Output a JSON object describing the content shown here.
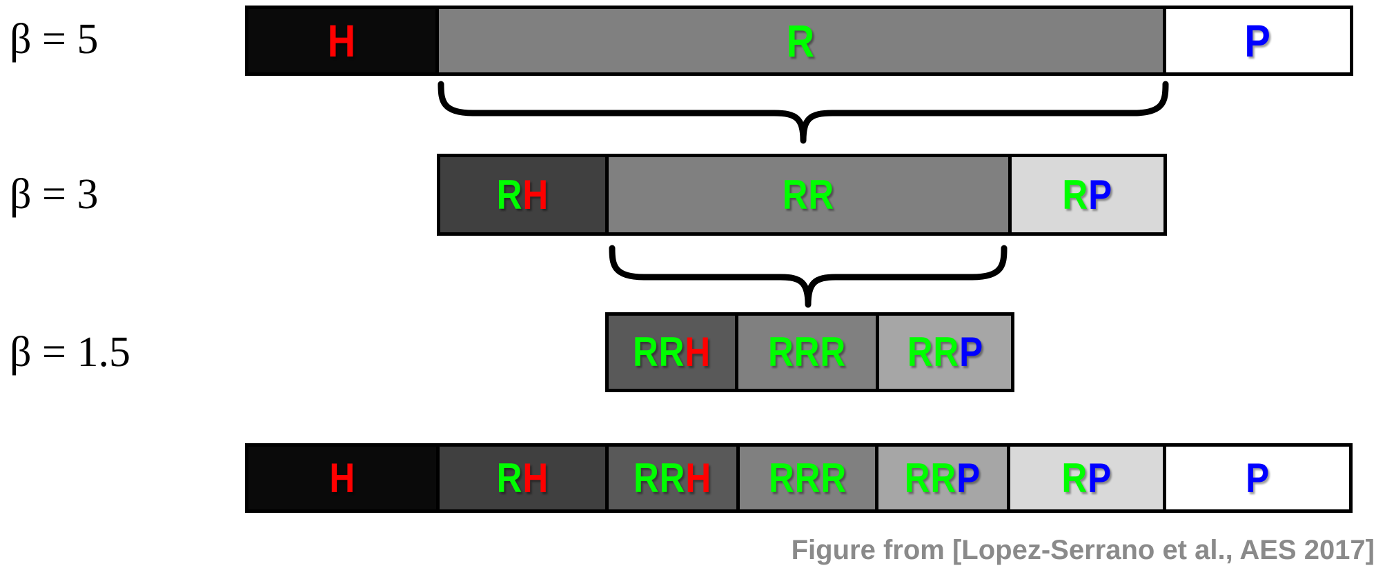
{
  "colors": {
    "red": "#ff0000",
    "green": "#00ff00",
    "blue": "#0000ff",
    "bar_black": "#0a0a0a",
    "bar_dark_gray": "#404040",
    "bar_mid_dark_gray": "#595959",
    "bar_gray": "#808080",
    "bar_light_gray": "#a6a6a6",
    "bar_lighter_gray": "#d9d9d9",
    "bar_white": "#ffffff",
    "caption_gray": "#8a8a8a",
    "brace_black": "#000000"
  },
  "labels": [
    {
      "text": "β = 5"
    },
    {
      "text": "β = 3"
    },
    {
      "text": "β = 1.5"
    }
  ],
  "bars": [
    {
      "id": "bar-beta5",
      "segments": [
        {
          "bg": "#0a0a0a",
          "width_pct": 17.31,
          "letters": [
            {
              "ch": "H",
              "color": "red"
            }
          ]
        },
        {
          "bg": "#808080",
          "width_pct": 66.0,
          "letters": [
            {
              "ch": "R",
              "color": "green"
            }
          ]
        },
        {
          "bg": "#ffffff",
          "width_pct": 16.69,
          "letters": [
            {
              "ch": "P",
              "color": "blue"
            }
          ]
        }
      ]
    },
    {
      "id": "bar-beta3",
      "segments": [
        {
          "bg": "#404040",
          "width_pct": 23.25,
          "letters": [
            {
              "ch": "R",
              "color": "green"
            },
            {
              "ch": "H",
              "color": "red"
            }
          ]
        },
        {
          "bg": "#808080",
          "width_pct": 55.77,
          "letters": [
            {
              "ch": "R",
              "color": "green"
            },
            {
              "ch": "R",
              "color": "green"
            }
          ]
        },
        {
          "bg": "#d9d9d9",
          "width_pct": 20.98,
          "letters": [
            {
              "ch": "R",
              "color": "green"
            },
            {
              "ch": "P",
              "color": "blue"
            }
          ]
        }
      ]
    },
    {
      "id": "bar-beta15",
      "segments": [
        {
          "bg": "#595959",
          "width_pct": 32.21,
          "letters": [
            {
              "ch": "R",
              "color": "green"
            },
            {
              "ch": "R",
              "color": "green"
            },
            {
              "ch": "H",
              "color": "red"
            }
          ]
        },
        {
          "bg": "#808080",
          "width_pct": 35.08,
          "letters": [
            {
              "ch": "R",
              "color": "green"
            },
            {
              "ch": "R",
              "color": "green"
            },
            {
              "ch": "R",
              "color": "green"
            }
          ]
        },
        {
          "bg": "#a6a6a6",
          "width_pct": 32.71,
          "letters": [
            {
              "ch": "R",
              "color": "green"
            },
            {
              "ch": "R",
              "color": "green"
            },
            {
              "ch": "P",
              "color": "blue"
            }
          ]
        }
      ]
    },
    {
      "id": "bar-final",
      "segments": [
        {
          "bg": "#0a0a0a",
          "width_pct": 17.38,
          "letters": [
            {
              "ch": "H",
              "color": "red"
            }
          ]
        },
        {
          "bg": "#404040",
          "width_pct": 15.33,
          "letters": [
            {
              "ch": "R",
              "color": "green"
            },
            {
              "ch": "H",
              "color": "red"
            }
          ]
        },
        {
          "bg": "#595959",
          "width_pct": 11.96,
          "letters": [
            {
              "ch": "R",
              "color": "green"
            },
            {
              "ch": "R",
              "color": "green"
            },
            {
              "ch": "H",
              "color": "red"
            }
          ]
        },
        {
          "bg": "#808080",
          "width_pct": 12.59,
          "letters": [
            {
              "ch": "R",
              "color": "green"
            },
            {
              "ch": "R",
              "color": "green"
            },
            {
              "ch": "R",
              "color": "green"
            }
          ]
        },
        {
          "bg": "#a6a6a6",
          "width_pct": 11.96,
          "letters": [
            {
              "ch": "R",
              "color": "green"
            },
            {
              "ch": "R",
              "color": "green"
            },
            {
              "ch": "P",
              "color": "blue"
            }
          ]
        },
        {
          "bg": "#d9d9d9",
          "width_pct": 14.14,
          "letters": [
            {
              "ch": "R",
              "color": "green"
            },
            {
              "ch": "P",
              "color": "blue"
            }
          ]
        },
        {
          "bg": "#ffffff",
          "width_pct": 16.64,
          "letters": [
            {
              "ch": "P",
              "color": "blue"
            }
          ]
        }
      ]
    }
  ],
  "caption": {
    "text": "Figure from [Lopez-Serrano et al., AES 2017]"
  }
}
